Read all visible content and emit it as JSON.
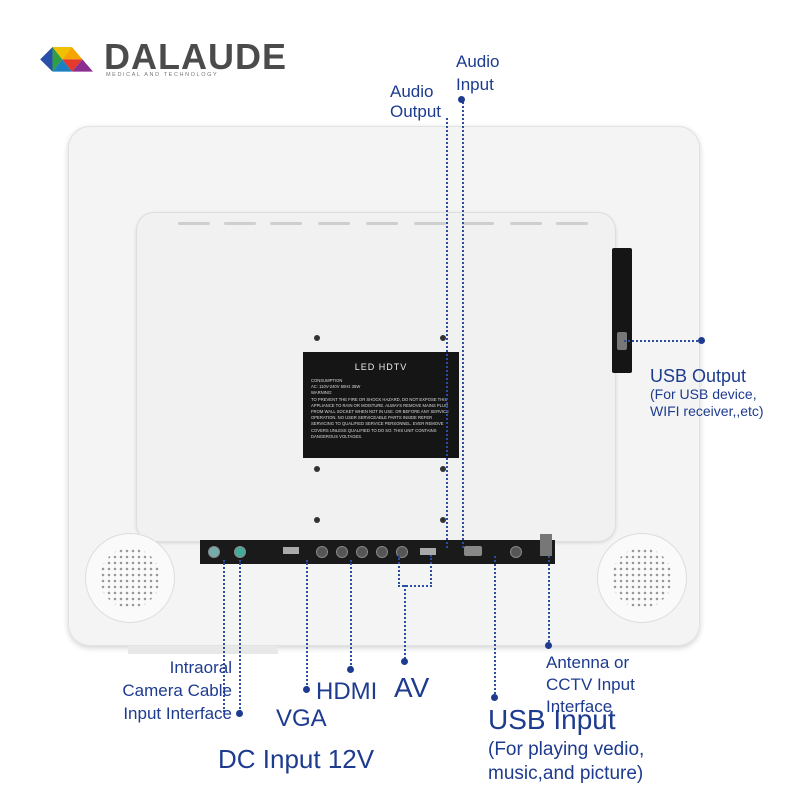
{
  "brand": {
    "name": "DALAUDE",
    "tagline": "MEDICAL AND TECHNOLOGY",
    "colors": [
      "#2f9e44",
      "#f7a400",
      "#e5392c",
      "#2a4fa8",
      "#f0c000"
    ]
  },
  "device": {
    "plate_title": "LED HDTV",
    "plate_text": "CONSUMPTION\nAC: 110V-240V 50Hz 35W\nWARNING:\nTO PREVENT THE FIRE OR SHOCK HAZARD, DO NOT EXPOSE THIS APPLIANCE TO RAIN OR MOISTURE. ALWAYS REMOVE MAINS PLUG FROM WALL SOCKET WHEN NOT IN USE. OR BEFORE ANY SERVICE OPERATION. NO USER SERVICEABLE PARTS INSIDE REFER SERVICING TO QUALIFIED SERVICE PERSONNEL. EVER REMOVE COVERS UNLESS QUALIFIED TO DO SO. THIS UNIT CONTAINS DANGEROUS VOLTAGES."
  },
  "callouts": {
    "audio_input": "Audio\nInput",
    "audio_output": "Audio\nOutput",
    "usb_output": "USB Output",
    "usb_output_sub": "(For USB device,\nWIFI receiver,,etc)",
    "intraoral": "Intraoral\nCamera Cable\nInput Interface",
    "hdmi": "HDMI",
    "av": "AV",
    "vga": "VGA",
    "dc_input": "DC Input 12V",
    "usb_input": "USB Input",
    "usb_input_sub": "(For playing vedio,\nmusic,and picture)",
    "antenna": "Antenna or\nCCTV Input\nInterface"
  }
}
